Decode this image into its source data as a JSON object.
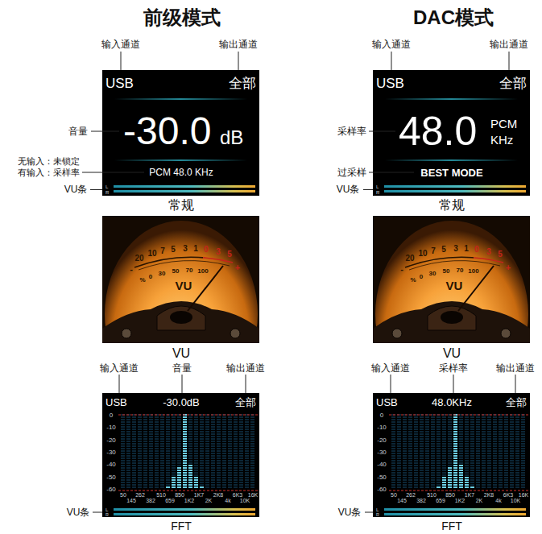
{
  "diagram": {
    "nodes": [
      {
        "text": [
          "USB",
          "全部",
          "-30.0",
          "dB",
          "PCM 48.0 KHz",
          "L",
          "R"
        ]
      },
      {
        "text": [
          "USB",
          "全部",
          "48.0",
          "PCM",
          "KHz",
          "BEST MODE",
          "L",
          "R"
        ]
      },
      {
        "text": [
          "20",
          "10",
          "7",
          "5",
          "3",
          "1",
          "0",
          "3",
          "5",
          "-",
          "+",
          "%",
          "0",
          "30",
          "50",
          "70",
          "100",
          "VU"
        ]
      },
      {
        "text": [
          "20",
          "10",
          "7",
          "5",
          "3",
          "1",
          "0",
          "3",
          "5",
          "-",
          "+",
          "%",
          "0",
          "30",
          "50",
          "70",
          "100",
          "VU"
        ]
      },
      {
        "text": [
          "USB",
          "-30.0dB",
          "全部",
          "0",
          "-10",
          "-20",
          "-30",
          "-40",
          "-50",
          "-60",
          "50",
          "262",
          "510",
          "850",
          "1K7",
          "2K8",
          "6K3",
          "16K",
          "145",
          "382",
          "659",
          "1K2",
          "2K",
          "4k",
          "10K",
          "L",
          "R"
        ]
      },
      {
        "text": [
          "USB",
          "48.0KHz",
          "全部",
          "0",
          "-10",
          "-20",
          "-30",
          "-40",
          "-50",
          "-60",
          "50",
          "262",
          "510",
          "850",
          "1K7",
          "2K8",
          "6K3",
          "16K",
          "145",
          "382",
          "659",
          "1K2",
          "2K",
          "4k",
          "10K",
          "L",
          "R"
        ]
      }
    ],
    "labels": [
      "前级模式",
      "DAC模式",
      "输入通道",
      "输出通道",
      "音量",
      "无输入：未锁定",
      "有输入：采样率",
      "VU条",
      "常规",
      "输入通道",
      "输出通道",
      "采样率",
      "过采样",
      "VU条",
      "常规",
      "VU",
      "VU",
      "输入通道",
      "音量",
      "输出通道",
      "VU条",
      "FFT",
      "输入通道",
      "采样率",
      "输出通道",
      "VU条",
      "FFT"
    ]
  }
}
